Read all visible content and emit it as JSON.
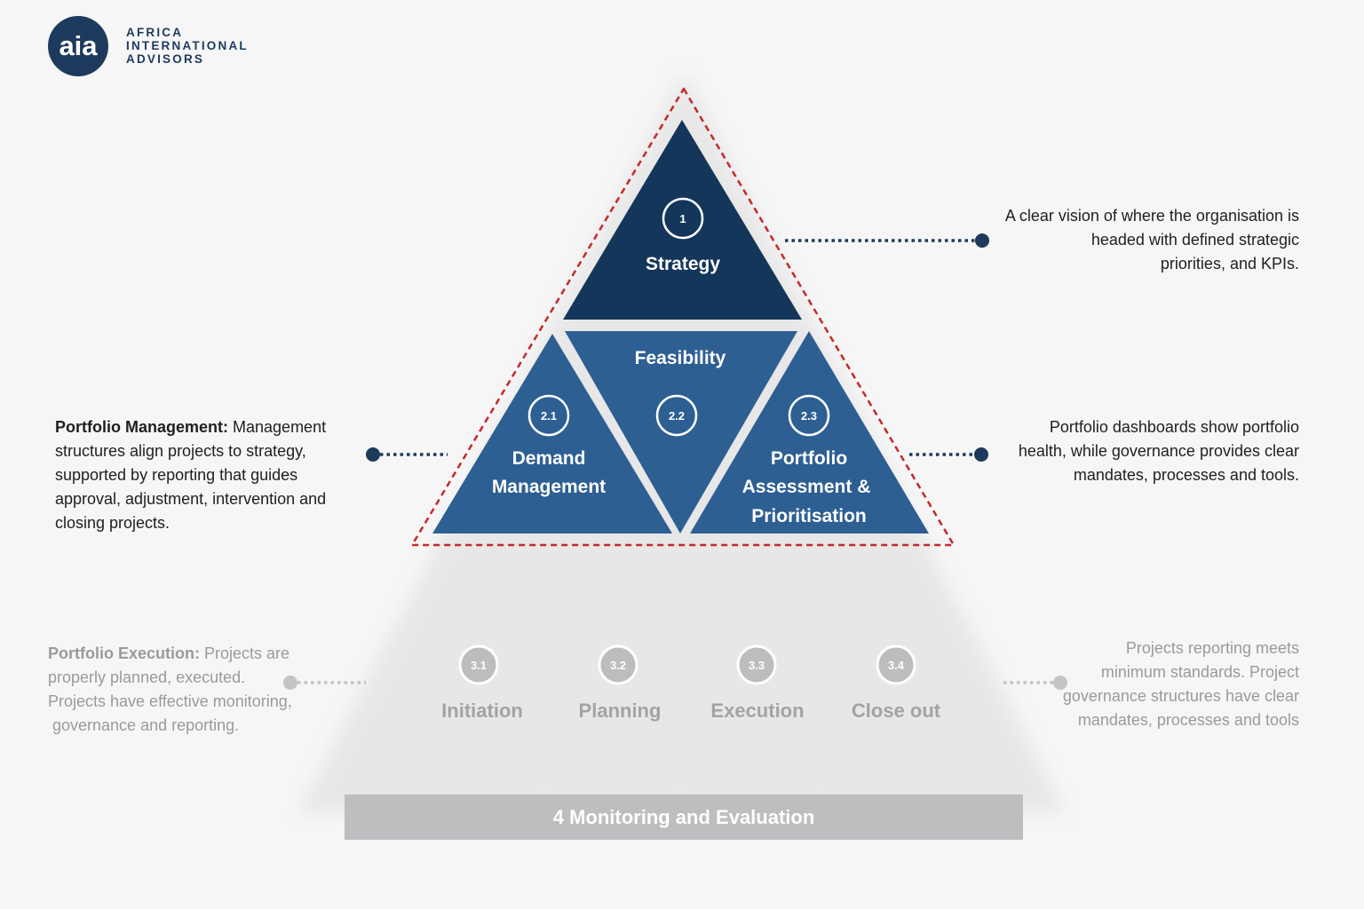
{
  "brand": {
    "logo_mark": "aia",
    "name_lines": [
      "AFRICA",
      "INTERNATIONAL",
      "ADVISORS"
    ]
  },
  "pyramid": {
    "strategy": {
      "number": "1",
      "label": "Strategy"
    },
    "feasibility": {
      "number": "2.2",
      "label": "Feasibility"
    },
    "demand": {
      "number": "2.1",
      "line1": "Demand",
      "line2": "Management"
    },
    "portfolio_assessment": {
      "number": "2.3",
      "line1": "Portfolio",
      "line2": "Assessment &",
      "line3": "Prioritisation"
    },
    "execution_phases": [
      {
        "number": "3.1",
        "label": "Initiation"
      },
      {
        "number": "3.2",
        "label": "Planning"
      },
      {
        "number": "3.3",
        "label": "Execution"
      },
      {
        "number": "3.4",
        "label": "Close out"
      }
    ],
    "base_label": "4 Monitoring and Evaluation"
  },
  "notes": {
    "strategy": {
      "lines": [
        "A clear vision of where the organisation is",
        "headed with defined strategic",
        "priorities, and KPIs."
      ]
    },
    "portfolio_management": {
      "bold": "Portfolio Management:",
      "lines": [
        " Management",
        "structures align projects to strategy,",
        "supported by reporting that guides",
        "approval, adjustment, intervention and",
        "closing projects."
      ]
    },
    "portfolio_dashboards": {
      "lines": [
        "Portfolio dashboards show portfolio",
        "health, while governance provides clear",
        "mandates, processes and tools."
      ]
    },
    "portfolio_execution": {
      "bold": "Portfolio Execution:",
      "lines": [
        " Projects are",
        "properly planned, executed.",
        "Projects have effective monitoring,",
        " governance and reporting."
      ]
    },
    "project_reporting": {
      "lines": [
        "Projects reporting meets",
        "minimum standards. Project",
        "governance structures have clear",
        "mandates, processes and tools"
      ]
    }
  },
  "colors": {
    "dark_navy": "#13365a",
    "mid_blue": "#2d5f93",
    "grey_panel": "#e7e7e8",
    "base_bar": "#bebec1",
    "dashed_outline": "#c62828",
    "muted_text": "#9a9a9a"
  }
}
